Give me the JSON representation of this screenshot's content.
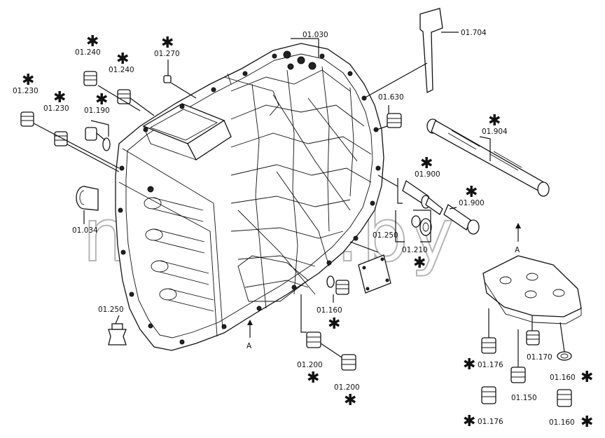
{
  "watermark": "mazlik.by",
  "view_arrow_label": "A",
  "part_labels": [
    {
      "id": "p01030",
      "text": "01.030"
    },
    {
      "id": "p01704",
      "text": "01.704"
    },
    {
      "id": "p01270",
      "text": "01.270"
    },
    {
      "id": "p01240a",
      "text": "01.240"
    },
    {
      "id": "p01240b",
      "text": "01.240"
    },
    {
      "id": "p01230a",
      "text": "01.230"
    },
    {
      "id": "p01230b",
      "text": "01.230"
    },
    {
      "id": "p01190",
      "text": "01.190"
    },
    {
      "id": "p01630",
      "text": "01.630"
    },
    {
      "id": "p01904",
      "text": "01.904"
    },
    {
      "id": "p01900a",
      "text": "01.900"
    },
    {
      "id": "p01900b",
      "text": "01.900"
    },
    {
      "id": "p01034",
      "text": "01.034"
    },
    {
      "id": "p01250a",
      "text": "01.250"
    },
    {
      "id": "p01210",
      "text": "01.210"
    },
    {
      "id": "p01160",
      "text": "01.160"
    },
    {
      "id": "p01250b",
      "text": "01.250"
    },
    {
      "id": "p01200a",
      "text": "01.200"
    },
    {
      "id": "p01200b",
      "text": "01.200"
    },
    {
      "id": "p01176a",
      "text": "01.176"
    },
    {
      "id": "p01176b",
      "text": "01.176"
    },
    {
      "id": "p01170",
      "text": "01.170"
    },
    {
      "id": "p01150",
      "text": "01.150"
    },
    {
      "id": "p01160b",
      "text": "01.160"
    },
    {
      "id": "p01160c",
      "text": "01.160"
    }
  ],
  "star_symbol": "✱"
}
